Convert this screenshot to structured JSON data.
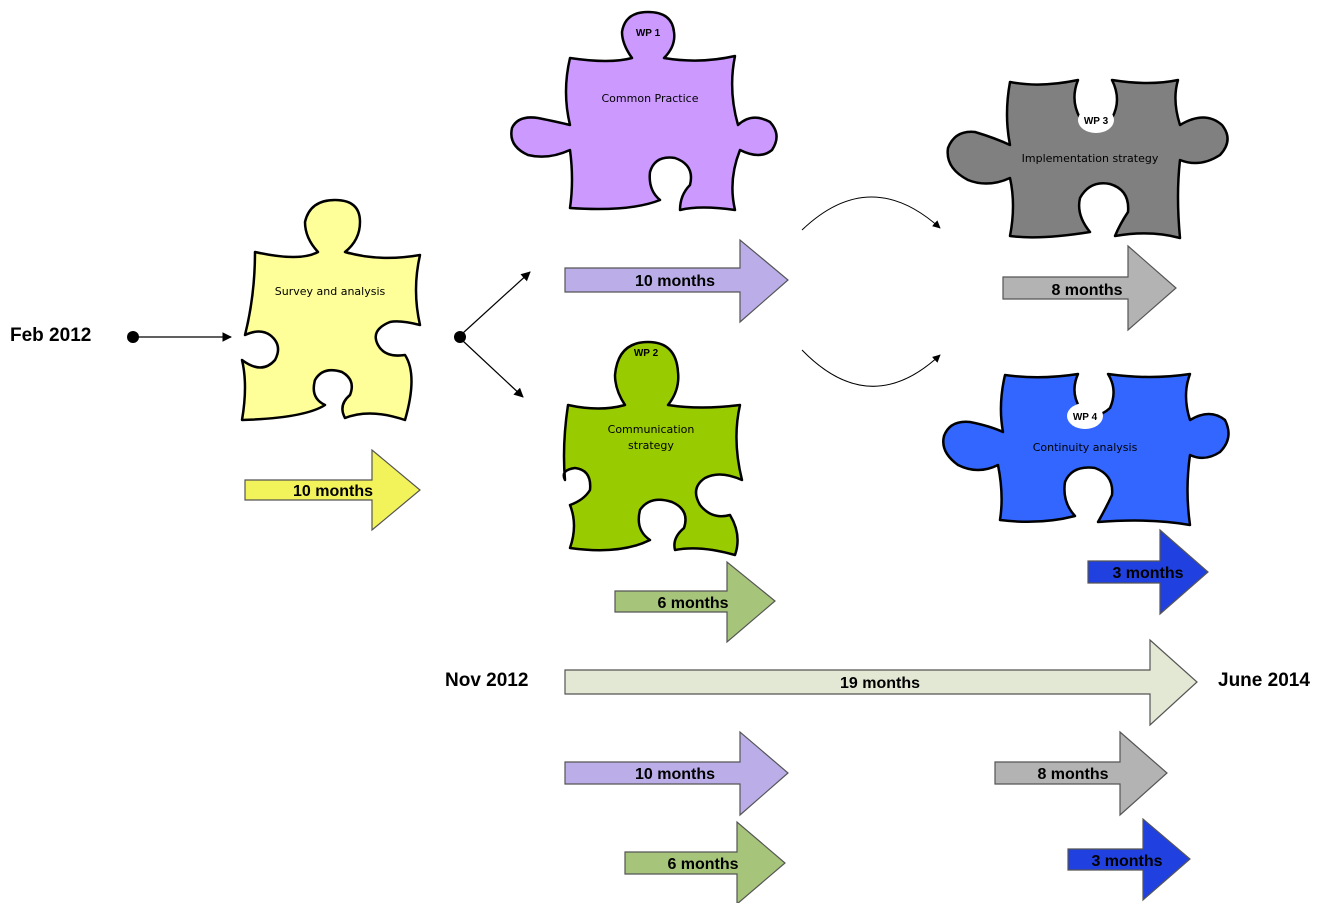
{
  "dates": {
    "start": "Feb 2012",
    "mid": "Nov 2012",
    "end": "June 2014"
  },
  "pieces": {
    "survey": {
      "label": "Survey  and analysis",
      "color": "#ffff99"
    },
    "wp1": {
      "tag": "WP 1",
      "label": "Common Practice",
      "color": "#cc99ff"
    },
    "wp2": {
      "tag": "WP 2",
      "label_line1": "Communication",
      "label_line2": "strategy",
      "color": "#99cc00"
    },
    "wp3": {
      "tag": "WP 3",
      "label": "Implementation strategy",
      "color": "#808080"
    },
    "wp4": {
      "tag": "WP 4",
      "label": "Continuity analysis",
      "color": "#3366ff"
    }
  },
  "durations": {
    "survey": {
      "label": "10 months",
      "color": "#f2f25a"
    },
    "wp1": {
      "label": "10 months",
      "color": "#bbaee8"
    },
    "wp2": {
      "label": "6 months",
      "color": "#a6c47a"
    },
    "wp3": {
      "label": "8 months",
      "color": "#b3b3b3"
    },
    "wp4": {
      "label": "3 months",
      "color": "#2040e0"
    },
    "total": {
      "label": "19 months",
      "color": "#e2e8d4"
    }
  },
  "summary_durations": {
    "wp1": {
      "label": "10 months",
      "color": "#bbaee8"
    },
    "wp2": {
      "label": "6 months",
      "color": "#a6c47a"
    },
    "wp3": {
      "label": "8 months",
      "color": "#b3b3b3"
    },
    "wp4": {
      "label": "3 months",
      "color": "#2040e0"
    }
  }
}
